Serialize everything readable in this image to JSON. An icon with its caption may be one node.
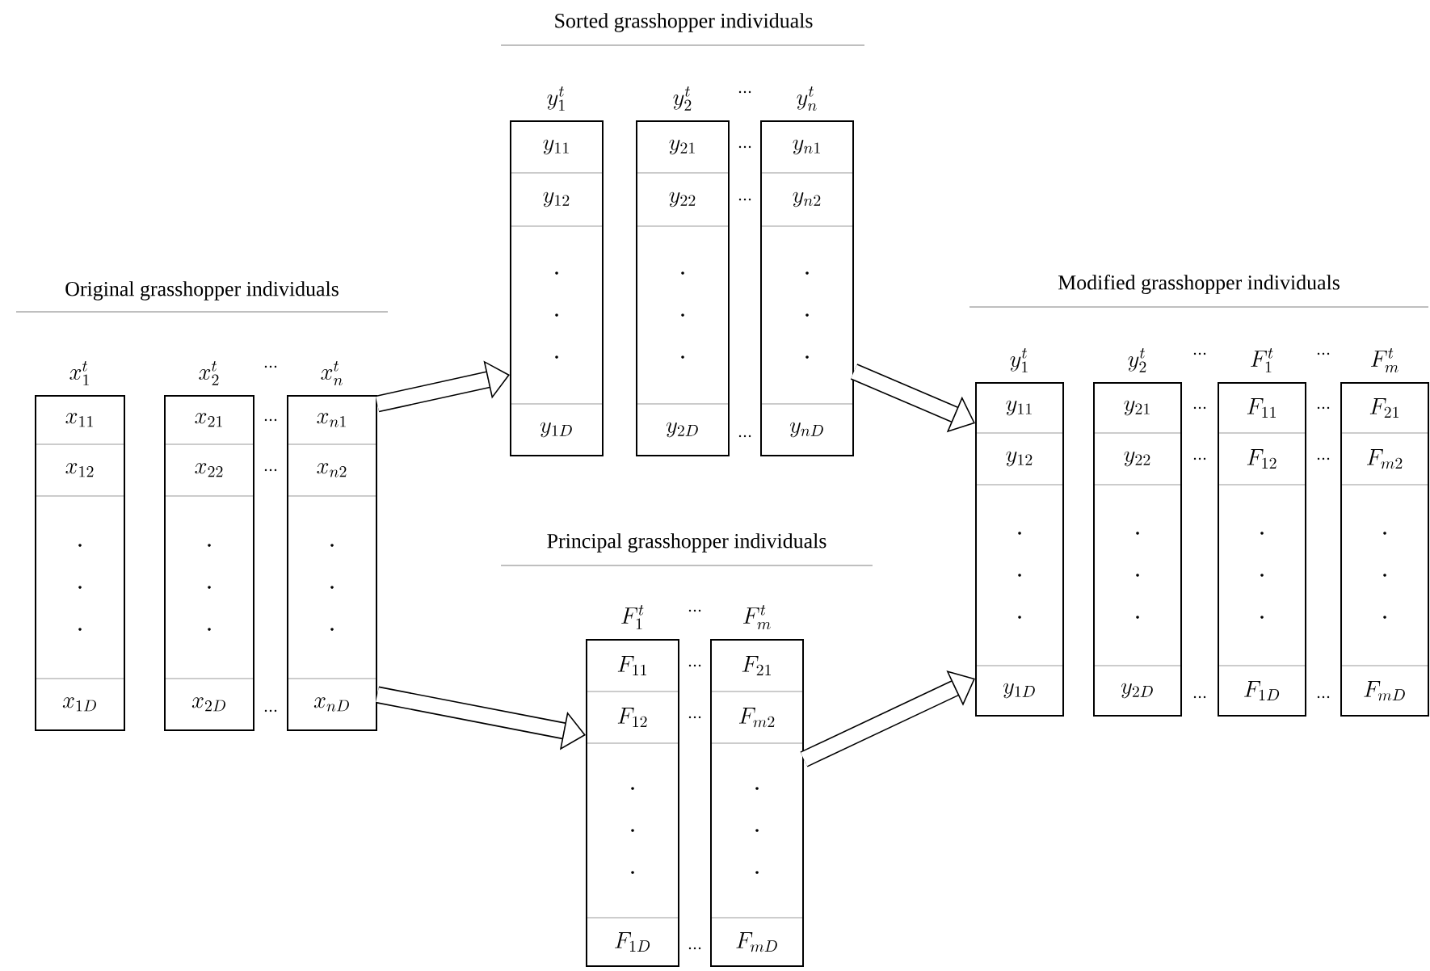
{
  "diagram": {
    "nodes": [
      {
        "text": [
          "x_1^t",
          "x_{11}",
          "x_{12}",
          "x_{1D}"
        ]
      },
      {
        "text": [
          "x_2^t",
          "x_{21}",
          "x_{22}",
          "x_{2D}"
        ]
      },
      {
        "text": [
          "x_n^t",
          "x_{n1}",
          "x_{n2}",
          "x_{nD}"
        ]
      },
      {
        "text": [
          "y_1^t",
          "y_{11}",
          "y_{12}",
          "y_{1D}"
        ]
      },
      {
        "text": [
          "y_2^t",
          "y_{21}",
          "y_{22}",
          "y_{2D}"
        ]
      },
      {
        "text": [
          "y_n^t",
          "y_{n1}",
          "y_{n2}",
          "y_{nD}"
        ]
      },
      {
        "text": [
          "F_1^t",
          "F_{11}",
          "F_{12}",
          "F_{1D}"
        ]
      },
      {
        "text": [
          "F_m^t",
          "F_{21}",
          "F_{m2}",
          "F_{mD}"
        ]
      },
      {
        "text": [
          "y_1^t",
          "y_{11}",
          "y_{12}",
          "y_{1D}"
        ]
      },
      {
        "text": [
          "y_2^t",
          "y_{21}",
          "y_{22}",
          "y_{2D}"
        ]
      },
      {
        "text": [
          "F_1^t",
          "F_{11}",
          "F_{12}",
          "F_{1D}"
        ]
      },
      {
        "text": [
          "F_m^t",
          "F_{21}",
          "F_{m2}",
          "F_{mD}"
        ]
      }
    ],
    "edges": [
      {
        "from": 2,
        "to": 3,
        "arrow": "to"
      },
      {
        "from": 2,
        "to": 6,
        "arrow": "to"
      },
      {
        "from": 5,
        "to": 8,
        "arrow": "to"
      },
      {
        "from": 7,
        "to": 8,
        "arrow": "to"
      }
    ],
    "labels": [
      "Sorted grasshopper  individuals",
      "Modified grasshopper  individuals",
      "Original grasshopper  individuals",
      "Principal grasshopper  individuals"
    ]
  }
}
